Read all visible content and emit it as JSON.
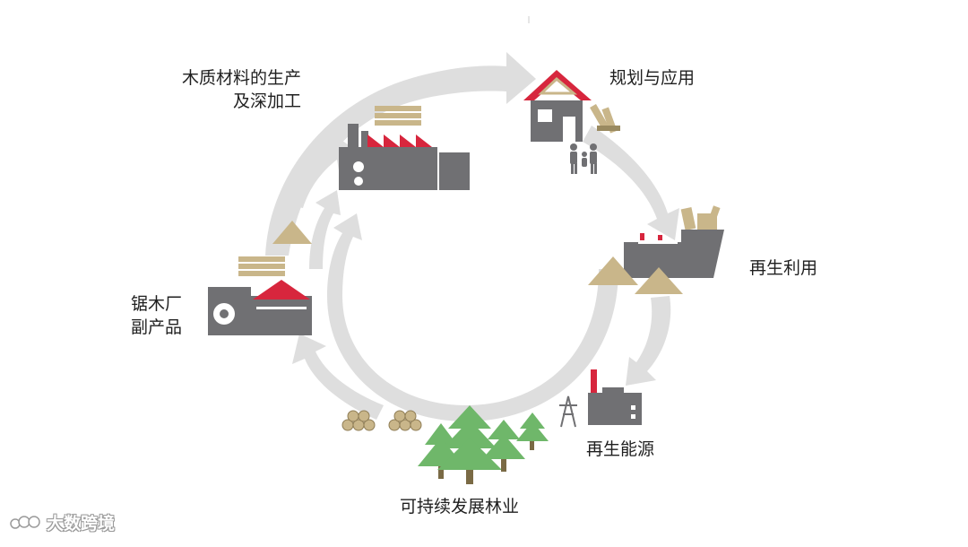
{
  "colors": {
    "arrow": "#dedede",
    "factory_gray": "#707073",
    "roof_red": "#d7263d",
    "tree_green": "#6fb76a",
    "wood_tan": "#c9b68a",
    "chips": "#b7a27a"
  },
  "stages": {
    "wood_processing": {
      "line1": "木质材料的生产",
      "line2": "及深加工",
      "icon": "factory-icon"
    },
    "planning": {
      "text": "规划与应用",
      "icon": "house-icon"
    },
    "recycling": {
      "text": "再生利用",
      "icon": "recycling-plant-icon"
    },
    "energy": {
      "text": "再生能源",
      "icon": "power-plant-icon"
    },
    "forestry": {
      "text": "可持续发展林业",
      "icon": "forest-icon"
    },
    "sawmill": {
      "line1": "锯木厂",
      "line2": "副产品",
      "icon": "sawmill-icon"
    }
  },
  "watermark": {
    "text": "大数跨境",
    "icon": "brand-logo-icon"
  }
}
